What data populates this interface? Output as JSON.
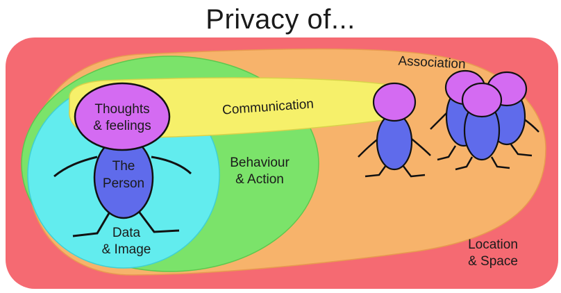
{
  "title": "Privacy of...",
  "colors": {
    "location": "#F56A72",
    "association": "#F7B36B",
    "behaviour": "#7BE36A",
    "data": "#62ECEE",
    "communication": "#F6F06A",
    "head": "#D46BF2",
    "body": "#5F6BEB",
    "outline": "#111111"
  },
  "labels": {
    "association": "Association",
    "communication": "Communication",
    "thoughts_line1": "Thoughts",
    "thoughts_line2": "& feelings",
    "person_line1": "The",
    "person_line2": "Person",
    "behaviour_line1": "Behaviour",
    "behaviour_line2": "& Action",
    "data_line1": "Data",
    "data_line2": "& Image",
    "location_line1": "Location",
    "location_line2": "& Space"
  }
}
